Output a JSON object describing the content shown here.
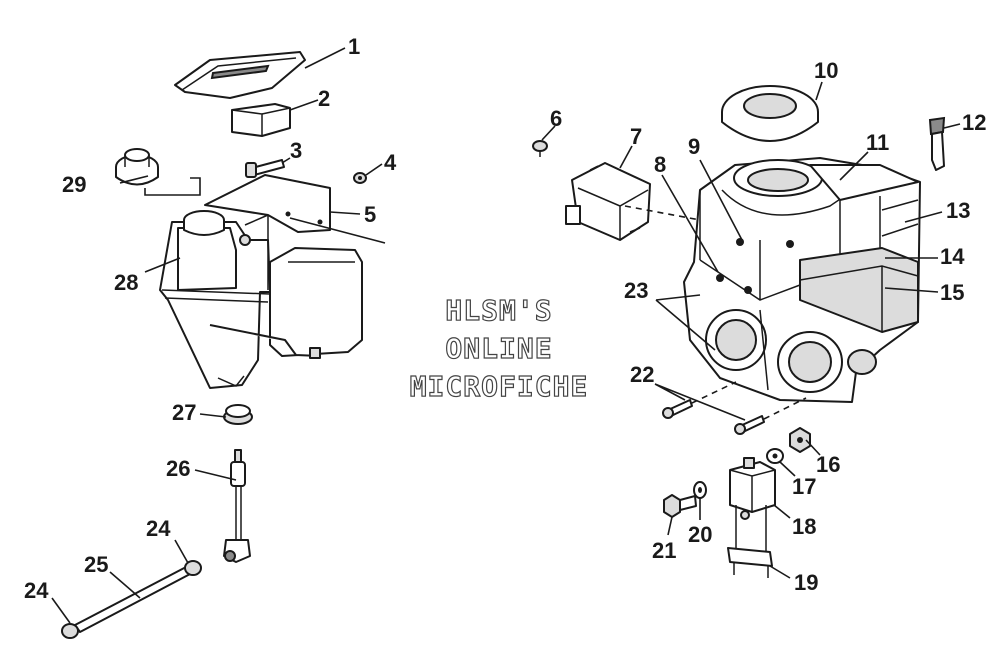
{
  "watermark": {
    "line1": "HLSM'S",
    "line2": "ONLINE",
    "line3": "MICROFICHE"
  },
  "callouts": {
    "c1": "1",
    "c2": "2",
    "c3": "3",
    "c4": "4",
    "c5": "5",
    "c6": "6",
    "c7": "7",
    "c8": "8",
    "c9": "9",
    "c10": "10",
    "c11": "11",
    "c12": "12",
    "c13": "13",
    "c14": "14",
    "c15": "15",
    "c16": "16",
    "c17": "17",
    "c18": "18",
    "c19": "19",
    "c20": "20",
    "c21": "21",
    "c22": "22",
    "c23": "23",
    "c24a": "24",
    "c24b": "24",
    "c25": "25",
    "c26": "26",
    "c27": "27",
    "c28": "28",
    "c29": "29"
  }
}
